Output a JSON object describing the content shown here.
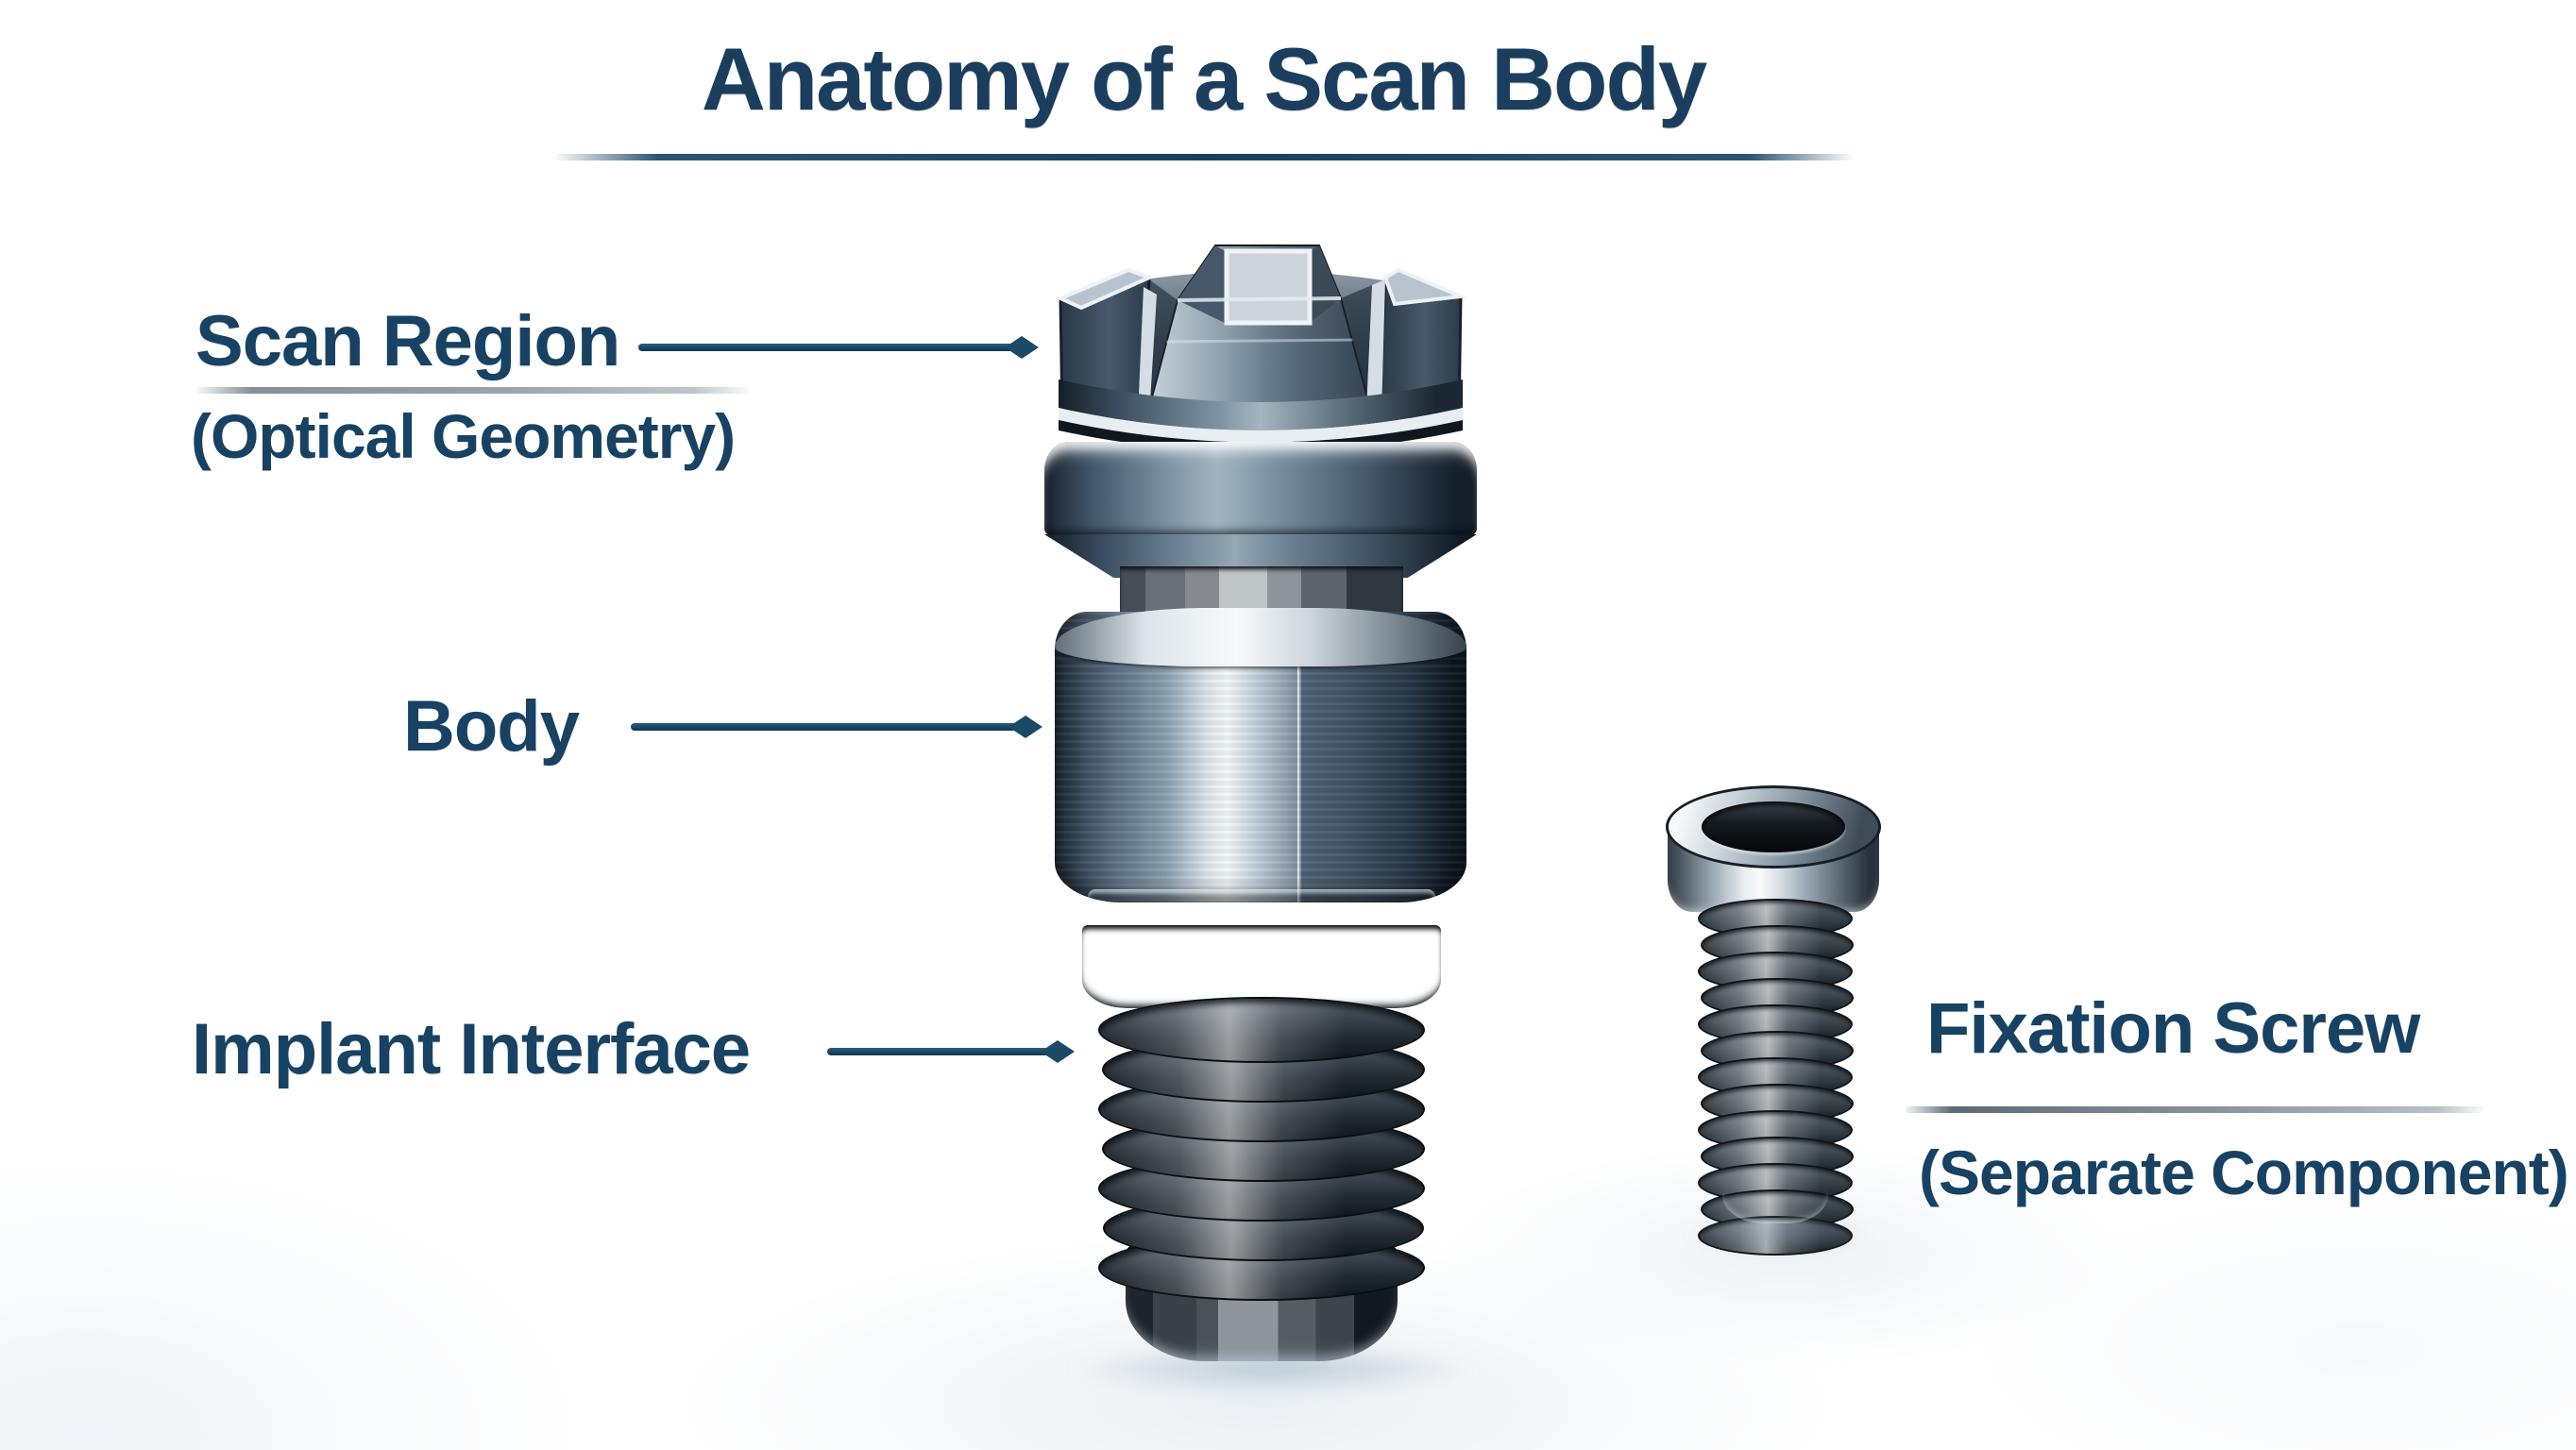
{
  "title": "Anatomy of a Scan Body",
  "labels": {
    "scan_region": {
      "name": "Scan Region",
      "detail": "(Optical Geometry)"
    },
    "body": {
      "name": "Body"
    },
    "implant_interface": {
      "name": "Implant Interface"
    },
    "fixation_screw": {
      "name": "Fixation Screw",
      "detail": "(Separate Component)"
    }
  },
  "colors": {
    "title_text": "#1b3e5e",
    "label_text": "#174263",
    "leader_line": "#15486a",
    "underline_gray": "#9aa3ab",
    "title_rule": "#1b3e5c",
    "metal_dark": "#19232d",
    "metal_mid": "#7d92a2",
    "metal_highlight": "#f3f7f9",
    "thread_dark": "#0d1319",
    "background": "#ffffff"
  },
  "illustration": {
    "scan_body_parts": [
      "scan-region-crown",
      "collar",
      "neck",
      "body-cylinder",
      "transition-ring",
      "implant-threads",
      "implant-tip"
    ],
    "screw_parts": [
      "screw-head",
      "screw-socket",
      "screw-shaft",
      "screw-tip"
    ]
  }
}
